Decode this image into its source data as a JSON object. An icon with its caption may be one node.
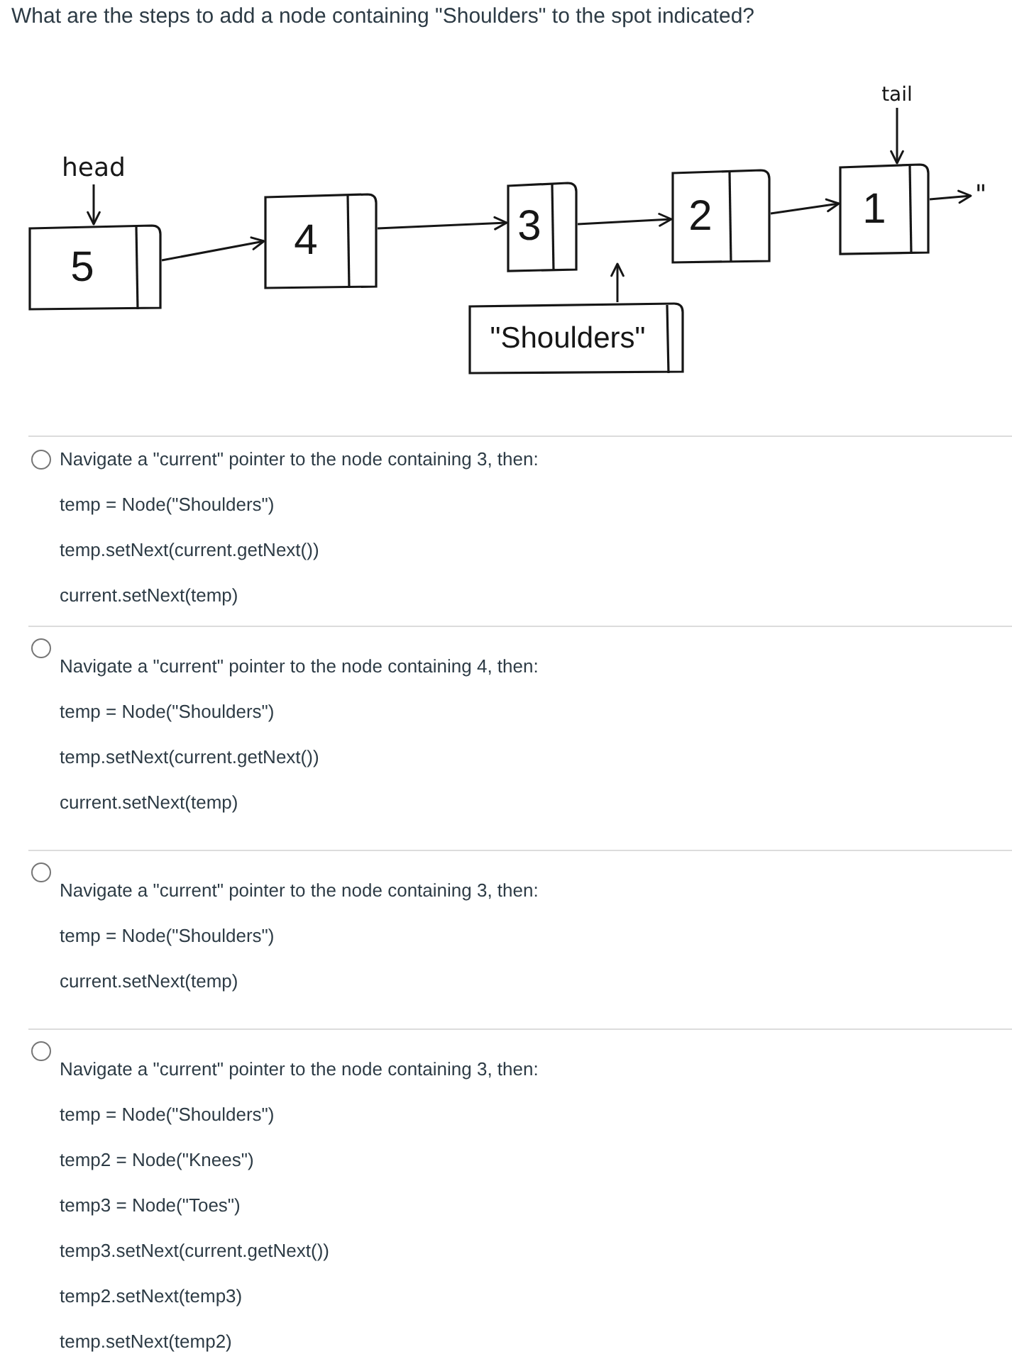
{
  "diagram": {
    "title": "What are the steps to add a node containing \"Shoulders\" to the spot indicated?",
    "nodes": [
      {
        "text": [
          "head"
        ]
      },
      {
        "text": [
          "5"
        ]
      },
      {
        "text": [
          "4"
        ]
      },
      {
        "text": [
          "3"
        ]
      },
      {
        "text": [
          "2"
        ]
      },
      {
        "text": [
          "tail"
        ]
      },
      {
        "text": [
          "1"
        ]
      },
      {
        "text": [
          "\""
        ]
      },
      {
        "text": [
          "\"Shoulders\""
        ]
      }
    ],
    "edges": [
      {
        "from": 0,
        "to": 1,
        "arrow": "to"
      },
      {
        "from": 1,
        "to": 2,
        "arrow": "to"
      },
      {
        "from": 2,
        "to": 3,
        "arrow": "to"
      },
      {
        "from": 3,
        "to": 4,
        "arrow": "to"
      },
      {
        "from": 4,
        "to": 6,
        "arrow": "to"
      },
      {
        "from": 5,
        "to": 6,
        "arrow": "to"
      },
      {
        "from": 6,
        "to": 7,
        "arrow": "to"
      },
      {
        "from": 8,
        "to": null,
        "arrow": "to"
      }
    ],
    "labels": [
      "Navigate a \"current\" pointer to the node containing 3, then:",
      "temp = Node(\"Shoulders\")",
      "temp.setNext(current.getNext())",
      "current.setNext(temp)",
      "Navigate a \"current\" pointer to the node containing 4, then:",
      "temp = Node(\"Shoulders\")",
      "temp.setNext(current.getNext())",
      "current.setNext(temp)",
      "Navigate a \"current\" pointer to the node containing 3, then:",
      "temp = Node(\"Shoulders\")",
      "current.setNext(temp)",
      "Navigate a \"current\" pointer to the node containing 3, then:",
      "temp = Node(\"Shoulders\")",
      "temp2 = Node(\"Knees\")",
      "temp3 = Node(\"Toes\")",
      "temp3.setNext(current.getNext())",
      "temp2.setNext(temp3)",
      "temp.setNext(temp2)"
    ]
  }
}
